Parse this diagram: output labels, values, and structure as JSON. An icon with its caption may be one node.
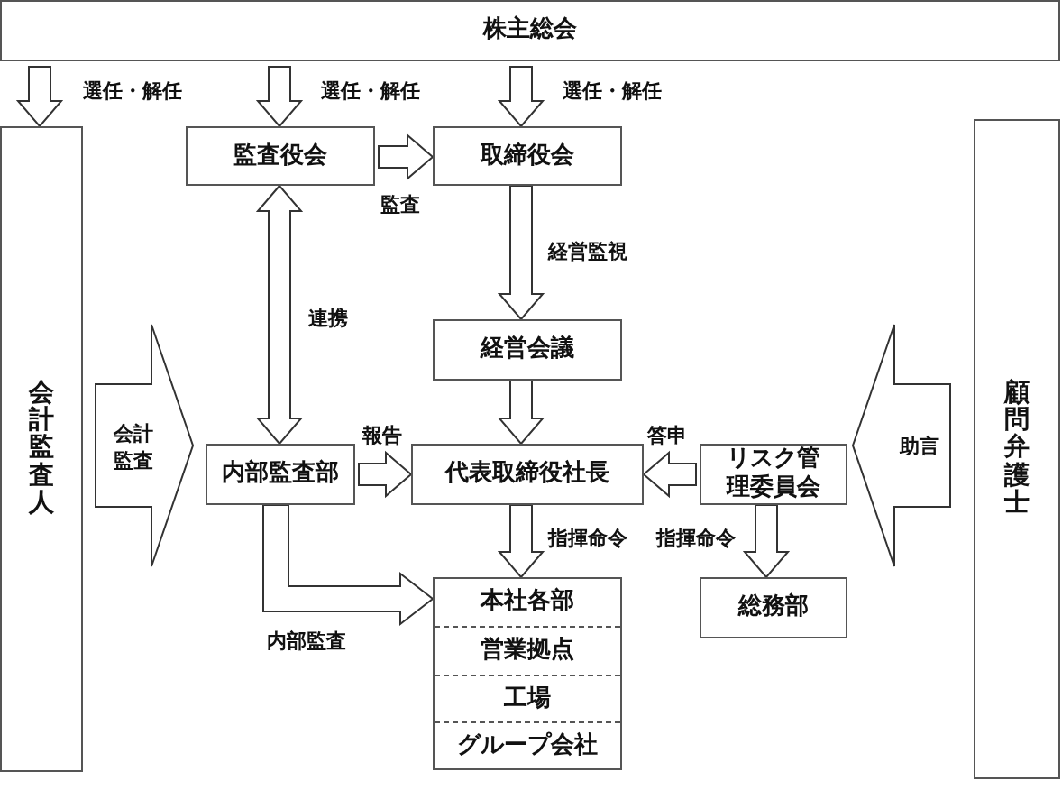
{
  "diagram": {
    "nodes": [
      {
        "text": [
          "株主総会"
        ]
      },
      {
        "text": [
          "会計監査人"
        ]
      },
      {
        "text": [
          "監査役会"
        ]
      },
      {
        "text": [
          "取締役会"
        ]
      },
      {
        "text": [
          "経営会議"
        ]
      },
      {
        "text": [
          "内部監査部"
        ]
      },
      {
        "text": [
          "代表取締役社長"
        ]
      },
      {
        "text": [
          "リスク管理委員会"
        ]
      },
      {
        "text": [],
        "shape": "box"
      },
      {
        "text": [
          "本社各部"
        ],
        "in": 8
      },
      {
        "text": [
          "営業拠点"
        ],
        "in": 8
      },
      {
        "text": [
          "工場"
        ],
        "in": 8
      },
      {
        "text": [
          "グループ会社"
        ],
        "in": 8
      },
      {
        "text": [
          "総務部"
        ]
      },
      {
        "text": [
          "顧問弁護士"
        ]
      }
    ],
    "edges": [
      {
        "from": 0,
        "to": 1,
        "arrow": "to",
        "label": "選任・解任"
      },
      {
        "from": 0,
        "to": 2,
        "arrow": "to",
        "label": "選任・解任"
      },
      {
        "from": 0,
        "to": 3,
        "arrow": "to",
        "label": "選任・解任"
      },
      {
        "from": 2,
        "to": 3,
        "arrow": "to",
        "label": "監査"
      },
      {
        "from": 2,
        "to": 5,
        "arrow": "both",
        "label": "連携"
      },
      {
        "from": 3,
        "to": 4,
        "arrow": "to",
        "label": "経営監視"
      },
      {
        "from": 4,
        "to": 6,
        "arrow": "to"
      },
      {
        "from": 5,
        "to": 6,
        "arrow": "to",
        "label": "報告"
      },
      {
        "from": 7,
        "to": 6,
        "arrow": "to",
        "label": "答申"
      },
      {
        "from": 6,
        "to": 8,
        "arrow": "to",
        "label": "指揮命令"
      },
      {
        "from": 7,
        "to": 13,
        "arrow": "to",
        "label": "指揮命令"
      },
      {
        "from": 5,
        "to": 8,
        "arrow": "to",
        "label": "内部監査"
      },
      {
        "from": 1,
        "to": null,
        "arrow": "to",
        "label": "会計監査"
      },
      {
        "from": 14,
        "to": null,
        "arrow": "to",
        "label": "助言"
      }
    ]
  }
}
